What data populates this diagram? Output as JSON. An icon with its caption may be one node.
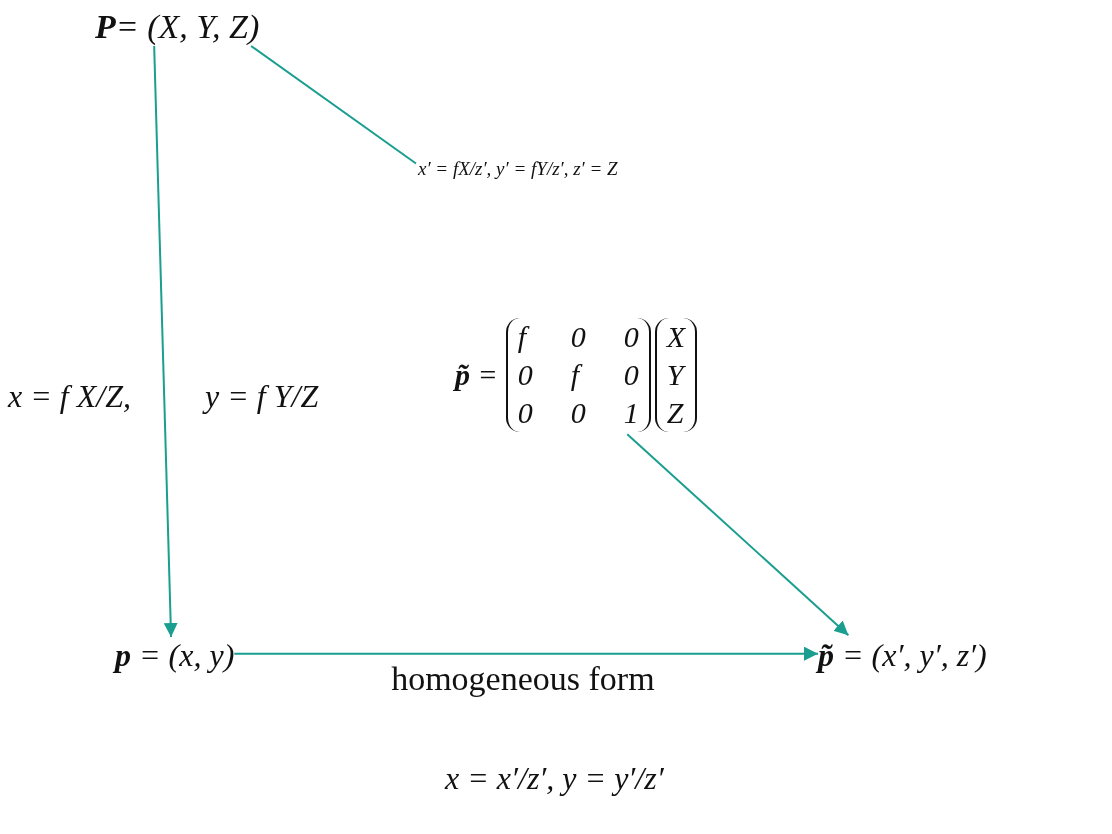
{
  "diagram": {
    "nodes": [
      {
        "text": [
          "**P**= (X, Y, Z)"
        ]
      },
      {
        "text": [
          "**p** = (x, y)"
        ]
      },
      {
        "text": [
          "**p̃** = (x′, y′, z′)"
        ]
      },
      {
        "text": [
          "x′ = fX/z′, y′ = fY/z′, z′ = Z"
        ]
      },
      {
        "text": [
          "**p̃** =",
          "f 0 0 0 f 0 0 0 1",
          "X Y Z"
        ]
      }
    ],
    "edges": [
      {
        "from": 0,
        "to": 1,
        "arrow": "to"
      },
      {
        "from": 1,
        "to": 2,
        "arrow": "to",
        "label": "homogeneous form"
      },
      {
        "from": 0,
        "to": 3,
        "arrow": "none"
      },
      {
        "from": 4,
        "to": 2,
        "arrow": "to"
      }
    ],
    "labels": [
      "x = f X/Z,",
      "y = f Y/Z",
      "x = x′/z′, y = y′/z′"
    ]
  }
}
